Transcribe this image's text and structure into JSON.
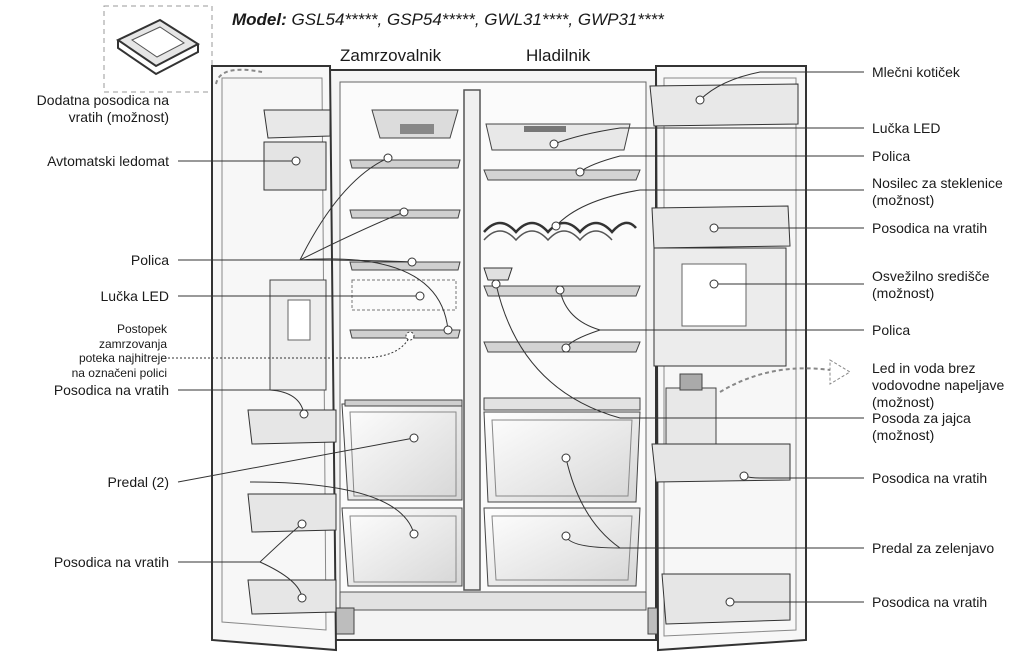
{
  "title": {
    "prefix": "Model:",
    "models": "GSL54*****, GSP54*****, GWL31****, GWP31****"
  },
  "sections": {
    "freezer": "Zamrzovalnik",
    "fridge": "Hladilnik"
  },
  "left_labels": [
    {
      "id": "dodatna",
      "lines": [
        "Dodatna posodica na",
        "vratih (možnost)"
      ]
    },
    {
      "id": "ledomat",
      "lines": [
        "Avtomatski ledomat"
      ]
    },
    {
      "id": "polica",
      "lines": [
        "Polica"
      ]
    },
    {
      "id": "lucka",
      "lines": [
        "Lučka LED"
      ]
    },
    {
      "id": "postopek",
      "lines": [
        "Postopek",
        "zamrzovanja",
        "poteka najhitreje",
        "na označeni polici"
      ]
    },
    {
      "id": "posodica1",
      "lines": [
        "Posodica na vratih"
      ]
    },
    {
      "id": "predal",
      "lines": [
        "Predal (2)"
      ]
    },
    {
      "id": "posodica2",
      "lines": [
        "Posodica na vratih"
      ]
    }
  ],
  "right_labels": [
    {
      "id": "mlecni",
      "lines": [
        "Mlečni kotiček"
      ]
    },
    {
      "id": "lucka",
      "lines": [
        "Lučka LED"
      ]
    },
    {
      "id": "polica1",
      "lines": [
        "Polica"
      ]
    },
    {
      "id": "nosilec",
      "lines": [
        "Nosilec za steklenice",
        "(možnost)"
      ]
    },
    {
      "id": "posodica1",
      "lines": [
        "Posodica na vratih"
      ]
    },
    {
      "id": "osvezilno",
      "lines": [
        "Osvežilno središče",
        "(možnost)"
      ]
    },
    {
      "id": "polica2",
      "lines": [
        "Polica"
      ]
    },
    {
      "id": "led_voda",
      "lines": [
        "Led in voda brez",
        "vodovodne napeljave",
        "(možnost)"
      ]
    },
    {
      "id": "jajca",
      "lines": [
        "Posoda za jajca",
        "(možnost)"
      ]
    },
    {
      "id": "posodica2",
      "lines": [
        "Posodica na vratih"
      ]
    },
    {
      "id": "zelenjavo",
      "lines": [
        "Predal za zelenjavo"
      ]
    },
    {
      "id": "posodica3",
      "lines": [
        "Posodica na vratih"
      ]
    }
  ],
  "colors": {
    "line": "#333333",
    "outline": "#3a3a3a",
    "bin": "#e8e8e8",
    "shelf": "#cfcfcf"
  }
}
